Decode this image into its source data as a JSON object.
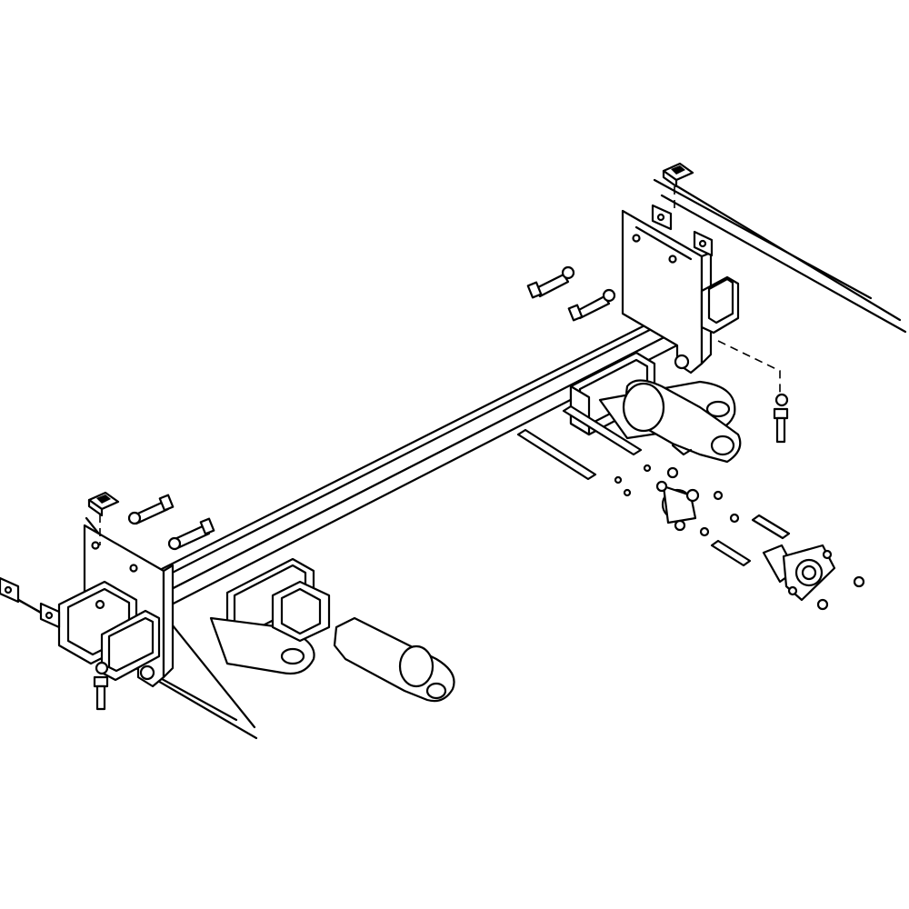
{
  "diagram": {
    "kind": "exploded-assembly-line-drawing",
    "text_labels": [],
    "colors": {
      "line": "#000000",
      "background": "#ffffff"
    },
    "parts": [
      "crossbar-tube",
      "left-mounting-bracket",
      "right-mounting-bracket",
      "left-receiver",
      "right-receiver",
      "left-tow-tab",
      "right-tow-tab",
      "left-clevis-arm",
      "right-clevis-arm",
      "safety-cable-left",
      "safety-cable-right",
      "bolts",
      "nuts",
      "pins",
      "electrical-socket"
    ]
  }
}
